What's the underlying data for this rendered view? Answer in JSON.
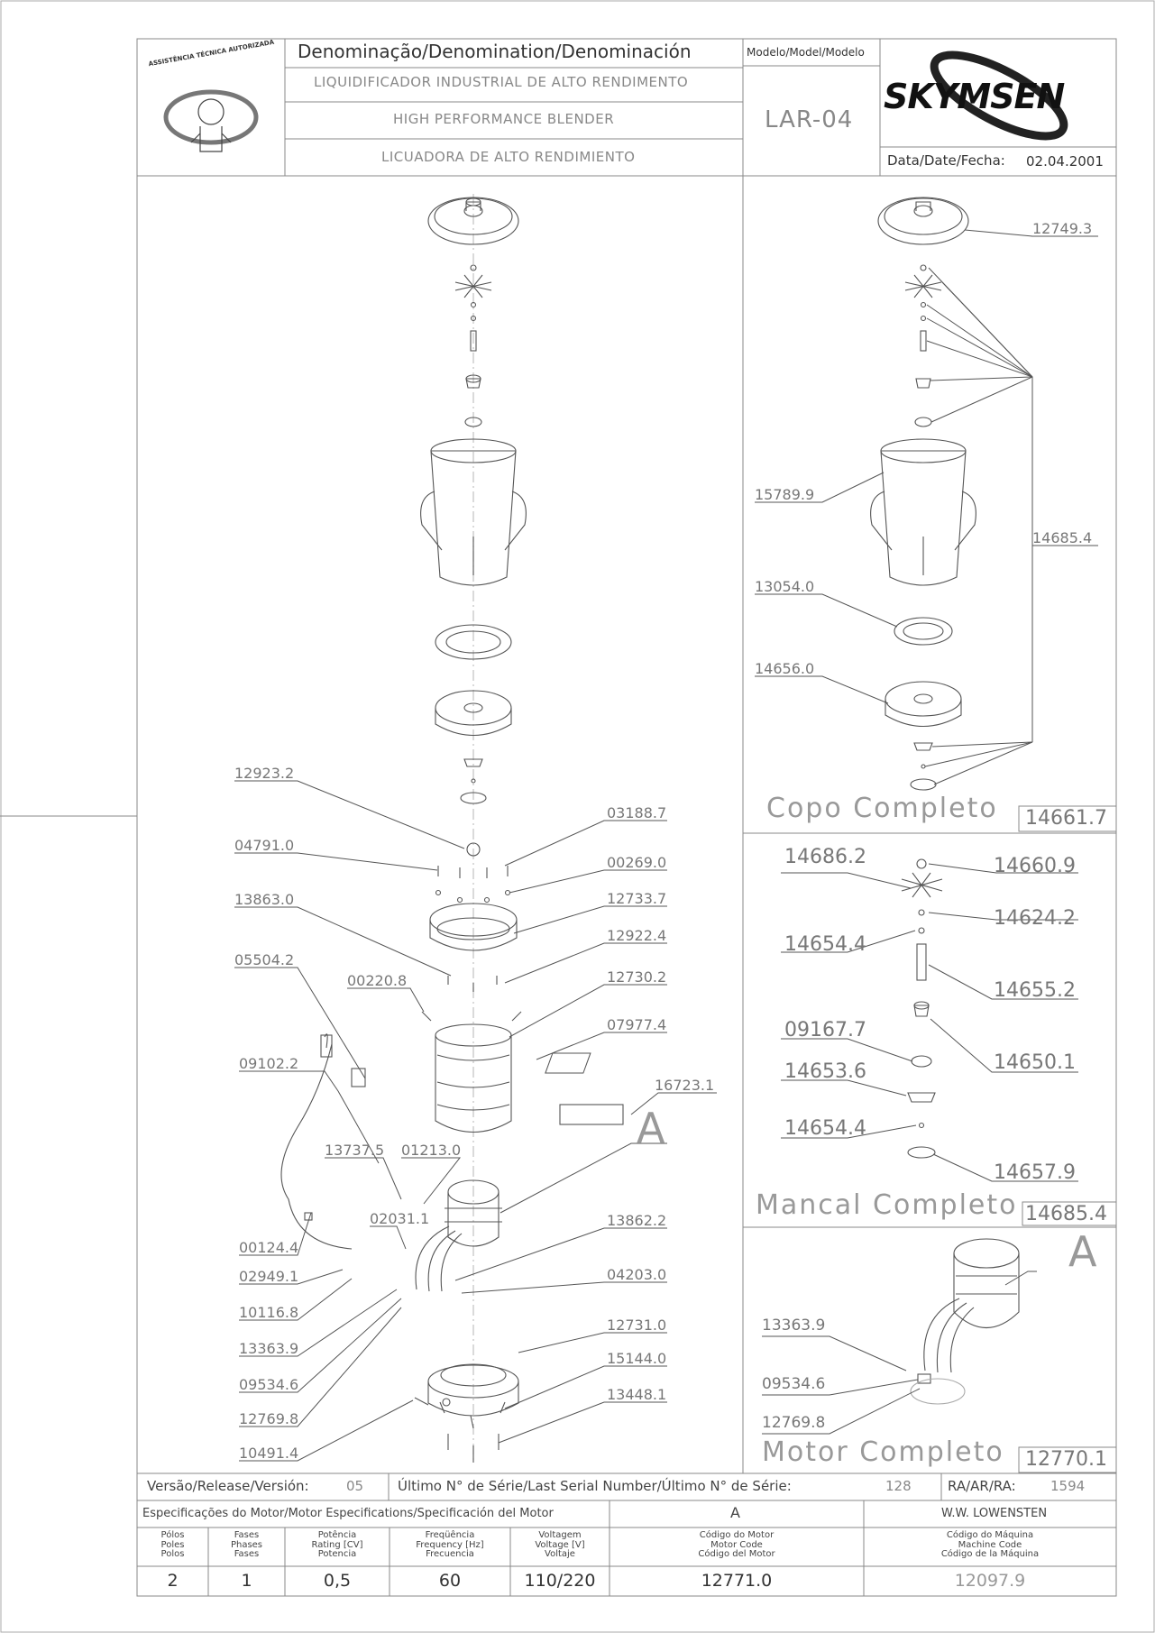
{
  "header": {
    "denomination_label": "Denominação/Denomination/Denominación",
    "name_pt": "LIQUIDIFICADOR INDUSTRIAL DE ALTO RENDIMENTO",
    "name_en": "HIGH PERFORMANCE BLENDER",
    "name_es": "LICUADORA DE ALTO RENDIMIENTO",
    "model_label": "Modelo/Model/Modelo",
    "model_value": "LAR-04",
    "brand": "SKYMSEN",
    "date_label": "Data/Date/Fecha:",
    "date_value": "02.04.2001",
    "seal_text": "ASSISTÊNCIA TÉCNICA AUTORIZADA"
  },
  "main_parts": [
    "12923.2",
    "04791.0",
    "13863.0",
    "05504.2",
    "00220.8",
    "09102.2",
    "13737.5",
    "01213.0",
    "02031.1",
    "00124.4",
    "02949.1",
    "10116.8",
    "13363.9",
    "09534.6",
    "12769.8",
    "10491.4",
    "03188.7",
    "00269.0",
    "12733.7",
    "12922.4",
    "12730.2",
    "07977.4",
    "16723.1",
    "13862.2",
    "04203.0",
    "12731.0",
    "15144.0",
    "13448.1"
  ],
  "motor_ref": "A",
  "copo": {
    "title": "Copo Completo",
    "code": "14661.7",
    "parts": [
      "12749.3",
      "15789.9",
      "14685.4",
      "13054.0",
      "14656.0"
    ]
  },
  "mancal": {
    "title": "Mancal Completo",
    "code": "14685.4",
    "parts": [
      "14686.2",
      "14660.9",
      "14624.2",
      "14654.4",
      "14655.2",
      "09167.7",
      "14650.1",
      "14653.6",
      "14654.4",
      "14657.9"
    ]
  },
  "motor": {
    "title": "Motor Completo",
    "code": "12770.1",
    "ref": "A",
    "parts": [
      "13363.9",
      "09534.6",
      "12769.8"
    ]
  },
  "footer": {
    "version_label": "Versão/Release/Versión:",
    "version_value": "05",
    "serial_label": "Último N° de Série/Last Serial Number/Último N° de Série:",
    "serial_value": "128",
    "ra_label": "RA/AR/RA:",
    "ra_value": "1594",
    "spec_label": "Especificações do Motor/Motor Especifications/Specificación del Motor",
    "spec_ref": "A",
    "manufacturer": "W.W. LOWENSTEN",
    "columns": [
      [
        "Pólos",
        "Poles",
        "Polos"
      ],
      [
        "Fases",
        "Phases",
        "Fases"
      ],
      [
        "Potência",
        "Rating [CV]",
        "Potencia"
      ],
      [
        "Freqüência",
        "Frequency [Hz]",
        "Frecuencia"
      ],
      [
        "Voltagem",
        "Voltage [V]",
        "Voltaje"
      ],
      [
        "Código do Motor",
        "Motor Code",
        "Código del Motor"
      ],
      [
        "Código do Máquina",
        "Machine Code",
        "Código de la Máquina"
      ]
    ],
    "values": [
      "2",
      "1",
      "0,5",
      "60",
      "110/220",
      "12771.0",
      "12097.9"
    ]
  }
}
